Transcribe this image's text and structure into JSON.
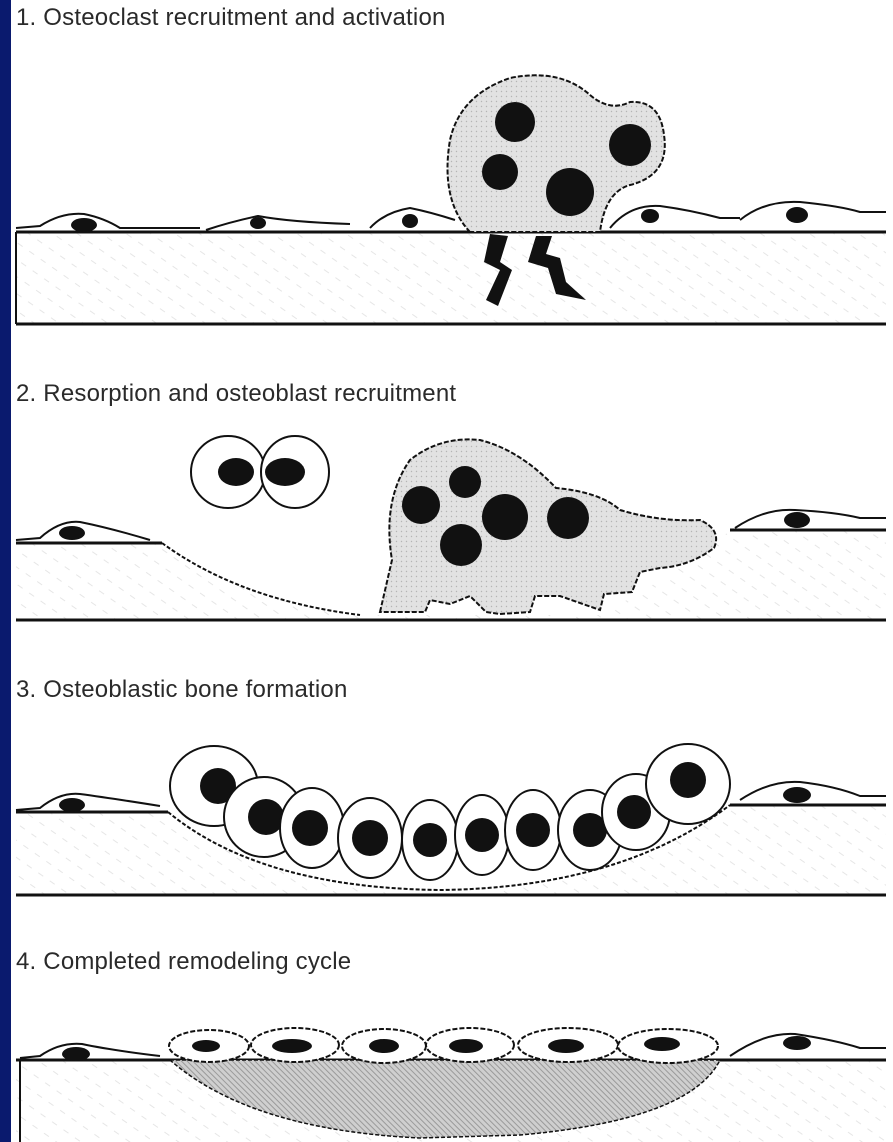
{
  "stages": [
    {
      "label": "1. Osteoclast recruitment and activation"
    },
    {
      "label": "2. Resorption and osteoblast recruitment"
    },
    {
      "label": "3. Osteoblastic bone formation"
    },
    {
      "label": "4. Completed remodeling cycle"
    }
  ],
  "colors": {
    "border": "#0a1a6e",
    "ink": "#111111",
    "osteoclast_fill": "#dedede",
    "new_bone_fill": "#bdbdbd"
  }
}
